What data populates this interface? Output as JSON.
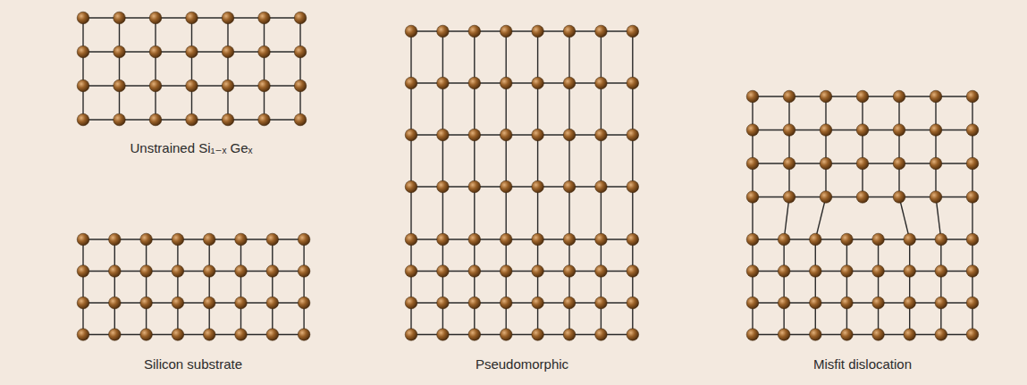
{
  "diagram": {
    "labels": [
      "Unstrained Si₁₋ₓ Geₓ",
      "Silicon substrate",
      "Pseudomorphic",
      "Misfit dislocation"
    ]
  }
}
